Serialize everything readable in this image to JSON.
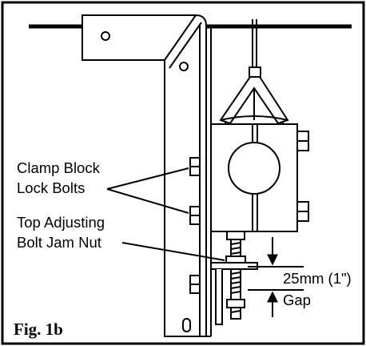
{
  "figure": {
    "caption": "Fig. 1b",
    "labels": {
      "clamp_block_line1": "Clamp Block",
      "clamp_block_line2": "Lock Bolts",
      "jam_nut_line1": "Top Adjusting",
      "jam_nut_line2": "Bolt Jam Nut",
      "gap_size": "25mm (1\")",
      "gap_word": "Gap"
    },
    "colors": {
      "line": "#000000",
      "background": "#ffffff"
    }
  }
}
